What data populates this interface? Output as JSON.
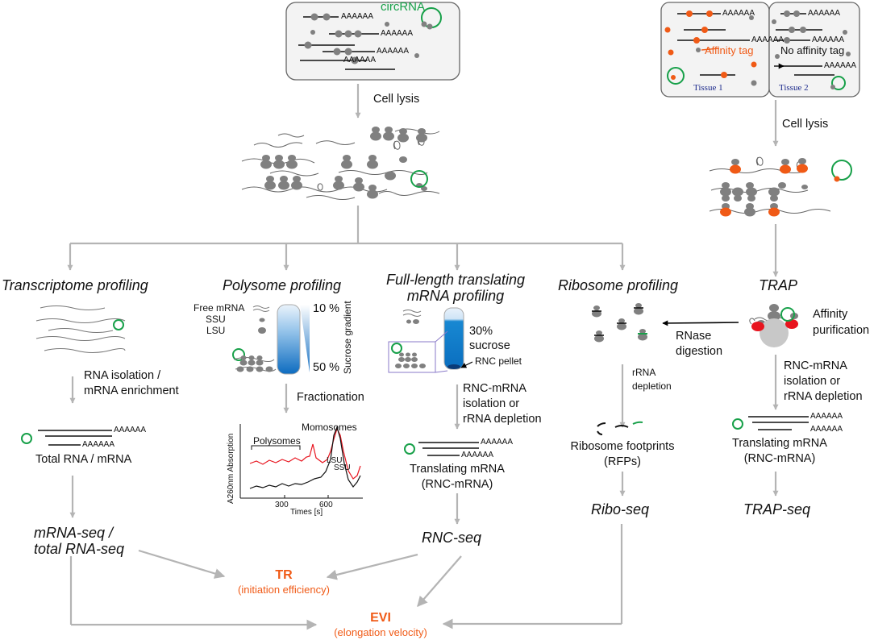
{
  "top_cell": {
    "circrna": "circRNA",
    "polya": "AAAAAA"
  },
  "tissue_panel": {
    "affinity_tag": "Affinity tag",
    "no_affinity_tag": "No affinity tag",
    "tissue1": "Tissue 1",
    "tissue2": "Tissue 2"
  },
  "steps": {
    "cell_lysis_left": "Cell lysis",
    "cell_lysis_right": "Cell lysis"
  },
  "transcriptome": {
    "heading": "Transcriptome profiling",
    "step_line1": "RNA isolation /",
    "step_line2": "mRNA enrichment",
    "product": "Total RNA / mRNA",
    "seq_line1": "mRNA-seq /",
    "seq_line2": "total RNA-seq"
  },
  "polysome": {
    "heading": "Polysome profiling",
    "legend_free": "Free mRNA",
    "legend_ssu": "SSU",
    "legend_lsu": "LSU",
    "pct_top": "10 %",
    "pct_bottom": "50 %",
    "gradient_label": "Sucrose gradient",
    "step": "Fractionation",
    "plot_ylabel": "A260nm Absorption",
    "plot_xlabel": "Times [s]",
    "tick_300": "300",
    "tick_600": "600",
    "polysomes": "Polysomes",
    "monosomes": "Momosomes",
    "lsu": "LSU",
    "ssu": "SSU"
  },
  "fulllength": {
    "heading_line1": "Full-length translating",
    "heading_line2": "mRNA profiling",
    "sucrose_pct": "30%",
    "sucrose": "sucrose",
    "pellet": "RNC pellet",
    "step_line1": "RNC-mRNA",
    "step_line2": "isolation or",
    "step_line3": "rRNA depletion",
    "product_line1": "Translating mRNA",
    "product_line2": "(RNC-mRNA)",
    "seq": "RNC-seq"
  },
  "ribosome": {
    "heading": "Ribosome profiling",
    "rnase_line1": "RNase",
    "rnase_line2": "digestion",
    "step_line1": "rRNA",
    "step_line2": "depletion",
    "product_line1": "Ribosome footprints",
    "product_line2": "(RFPs)",
    "seq": "Ribo-seq"
  },
  "trap": {
    "heading": "TRAP",
    "affinity_line1": "Affinity",
    "affinity_line2": "purification",
    "step_line1": "RNC-mRNA",
    "step_line2": "isolation or",
    "step_line3": "rRNA depletion",
    "product_line1": "Translating mRNA",
    "product_line2": "(RNC-mRNA)",
    "seq": "TRAP-seq"
  },
  "outputs": {
    "tr": "TR",
    "tr_sub": "(initiation efficiency)",
    "evi": "EVI",
    "evi_sub": "(elongation velocity)"
  },
  "colors": {
    "arrow": "#b4b4b4",
    "orange": "#f05a16",
    "green": "#17a049",
    "navy": "#1c2a8c",
    "ribosome": "#808080",
    "red_trace": "#e8141e",
    "gradient_blue": "#1878c8"
  }
}
